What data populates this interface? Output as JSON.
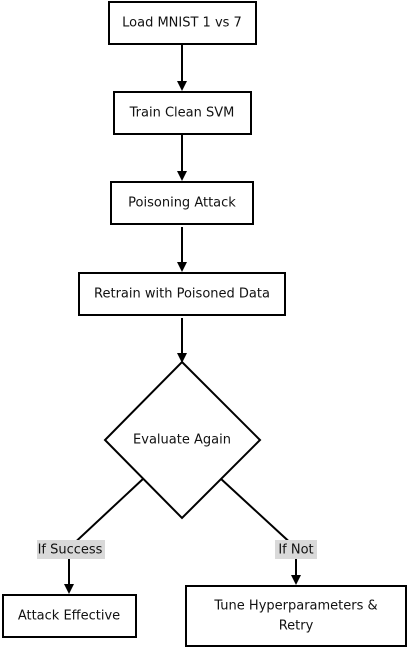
{
  "diagram": {
    "nodes": {
      "load": {
        "label": "Load MNIST 1 vs 7"
      },
      "train": {
        "label": "Train Clean SVM"
      },
      "poison": {
        "label": "Poisoning Attack"
      },
      "retrain": {
        "label": "Retrain with Poisoned Data"
      },
      "evaluate": {
        "label": "Evaluate Again"
      },
      "effective": {
        "label": "Attack Effective"
      },
      "tune": {
        "label_line1": "Tune Hyperparameters &",
        "label_line2": "Retry"
      }
    },
    "edges": {
      "success": {
        "label": "If Success"
      },
      "not": {
        "label": "If Not"
      }
    },
    "colors": {
      "stroke": "#000000",
      "fill": "#ffffff",
      "edge_label_bg": "#d9d9d9"
    }
  }
}
